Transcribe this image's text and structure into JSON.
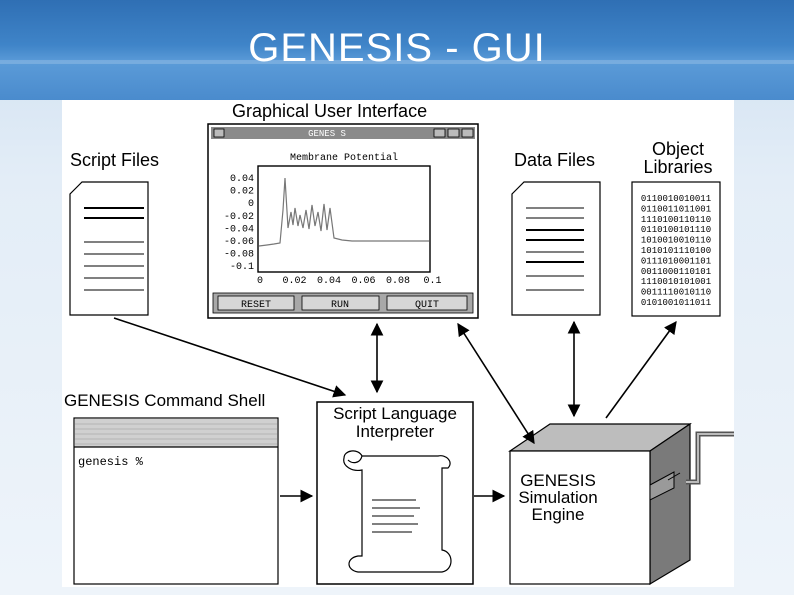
{
  "slide": {
    "title": "GENESIS - GUI"
  },
  "diagram": {
    "gui_label": "Graphical User Interface",
    "window_title": "GENES S",
    "plot_title": "Membrane Potential",
    "y_ticks": [
      "0.04",
      "0.02",
      "0",
      "-0.02",
      "-0.04",
      "-0.06",
      "-0.08",
      "-0.1"
    ],
    "x_ticks": [
      "0",
      "0.02",
      "0.04",
      "0.06",
      "0.08",
      "0.1"
    ],
    "buttons": {
      "reset": "RESET",
      "run": "RUN",
      "quit": "QUIT"
    },
    "script_files_label": "Script Files",
    "data_files_label": "Data Files",
    "object_libraries_label_1": "Object",
    "object_libraries_label_2": "Libraries",
    "binary_lines": [
      "0110010010011",
      "0110011011001",
      "1110100110110",
      "0110100101110",
      "1010010010110",
      "1010101110100",
      "0111010001101",
      "0011000110101",
      "1110010101001",
      "0011110010110",
      "0101001011011"
    ],
    "command_shell_label": "GENESIS Command Shell",
    "prompt": "genesis %",
    "interpreter_label_1": "Script Language",
    "interpreter_label_2": "Interpreter",
    "engine_label_1": "GENESIS",
    "engine_label_2": "Simulation",
    "engine_label_3": "Engine"
  }
}
